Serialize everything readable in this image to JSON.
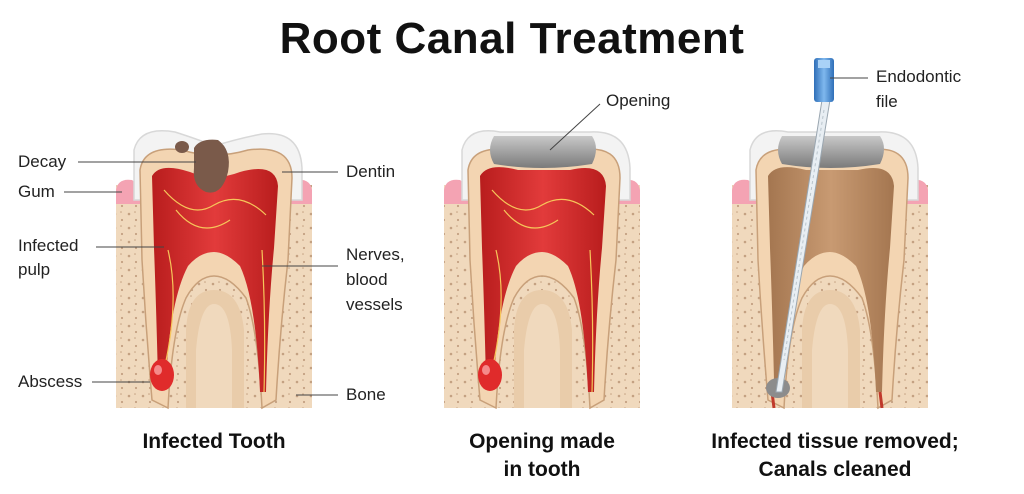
{
  "title": "Root Canal Treatment",
  "labels": {
    "decay": "Decay",
    "gum": "Gum",
    "infected_pulp_1": "Infected",
    "infected_pulp_2": "pulp",
    "abscess": "Abscess",
    "dentin": "Dentin",
    "nerves_1": "Nerves,",
    "nerves_2": "blood",
    "nerves_3": "vessels",
    "bone": "Bone",
    "opening": "Opening",
    "file_1": "Endodontic",
    "file_2": "file"
  },
  "captions": {
    "panel1": "Infected Tooth",
    "panel2_line1": "Opening made",
    "panel2_line2": "in tooth",
    "panel3_line1": "Infected tissue removed;",
    "panel3_line2": "Canals cleaned"
  },
  "colors": {
    "bone": "#f0d9bd",
    "bone_dots": "#c9a888",
    "gum": "#f4a3b3",
    "enamel": "#f2f2f2",
    "dentin": "#f3d5b2",
    "pulp": "#d42a2a",
    "decay": "#7a5a4a",
    "filling": "#9e9e9e",
    "file_handle": "#4a90d9"
  }
}
